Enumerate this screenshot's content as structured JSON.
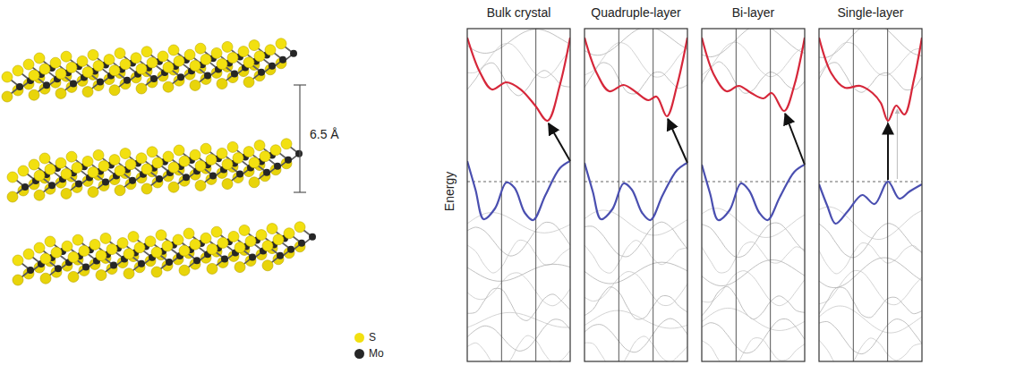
{
  "diagram": {
    "nodes": [
      {
        "text": [
          "Bulk crystal"
        ]
      },
      {
        "text": [
          "Quadruple-layer"
        ]
      },
      {
        "text": [
          "Bi-layer"
        ]
      },
      {
        "text": [
          "Single-layer"
        ]
      }
    ],
    "labels": [
      "6.5 Å",
      "Energy"
    ],
    "legend": [
      {
        "text": "S",
        "color": "#f2e010"
      },
      {
        "text": "Mo",
        "color": "#262626"
      }
    ]
  }
}
